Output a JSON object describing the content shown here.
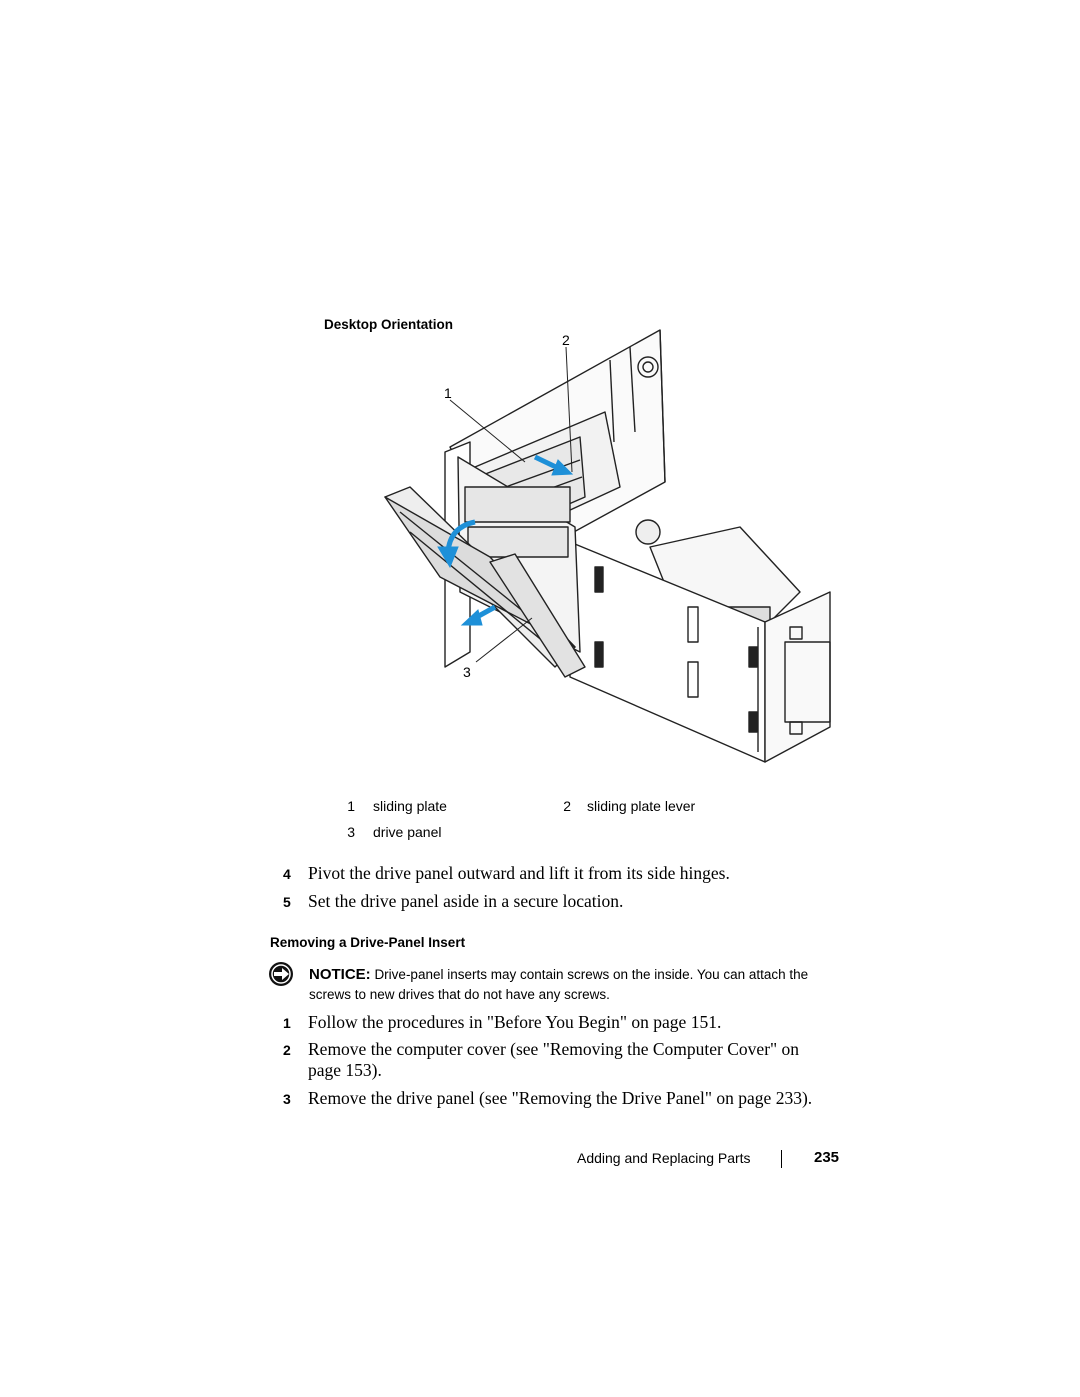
{
  "figure": {
    "title": "Desktop Orientation",
    "callouts": [
      "1",
      "2",
      "3"
    ],
    "legend": [
      {
        "num": "1",
        "label": "sliding plate"
      },
      {
        "num": "2",
        "label": "sliding plate lever"
      },
      {
        "num": "3",
        "label": "drive panel"
      }
    ]
  },
  "steps_a": [
    {
      "num": "4",
      "text": "Pivot the drive panel outward and lift it from its side hinges."
    },
    {
      "num": "5",
      "text": "Set the drive panel aside in a secure location."
    }
  ],
  "section": {
    "heading": "Removing a Drive-Panel Insert"
  },
  "notice": {
    "label": "NOTICE:",
    "text": "Drive-panel inserts may contain screws on the inside. You can attach the screws to new drives that do not have any screws."
  },
  "steps_b": [
    {
      "num": "1",
      "text": "Follow the procedures in \"Before You Begin\" on page 151."
    },
    {
      "num": "2",
      "text": "Remove the computer cover (see \"Removing the Computer Cover\" on page 153)."
    },
    {
      "num": "3",
      "text": "Remove the drive panel (see \"Removing the Drive Panel\" on page 233)."
    }
  ],
  "footer": {
    "chapter": "Adding and Replacing Parts",
    "page": "235"
  },
  "colors": {
    "arrow": "#1e90d8",
    "line": "#222222"
  }
}
